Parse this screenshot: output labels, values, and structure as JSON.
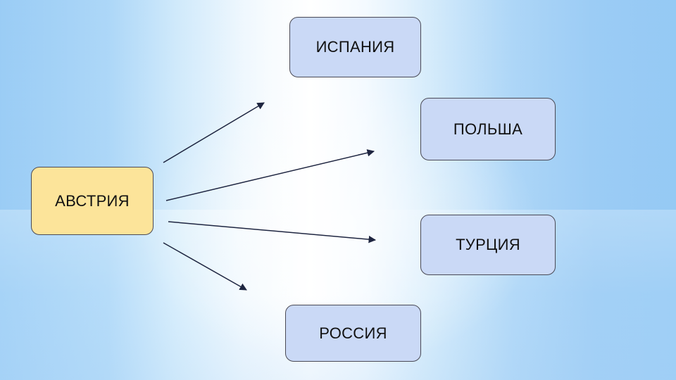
{
  "diagram": {
    "source": {
      "id": "austria",
      "label": "АВСТРИЯ",
      "fill": "#fce49a"
    },
    "targets": [
      {
        "id": "spain",
        "label": "ИСПАНИЯ",
        "fill": "#cad9f6"
      },
      {
        "id": "poland",
        "label": "ПОЛЬША",
        "fill": "#cad9f6"
      },
      {
        "id": "turkey",
        "label": "ТУРЦИЯ",
        "fill": "#cad9f6"
      },
      {
        "id": "russia",
        "label": "РОССИЯ",
        "fill": "#cad9f6"
      }
    ],
    "edges": [
      {
        "from": "austria",
        "to": "spain"
      },
      {
        "from": "austria",
        "to": "poland"
      },
      {
        "from": "austria",
        "to": "turkey"
      },
      {
        "from": "austria",
        "to": "russia"
      }
    ],
    "colors": {
      "arrow": "#1e2540",
      "border": "#4a4a55",
      "text": "#111111"
    }
  }
}
